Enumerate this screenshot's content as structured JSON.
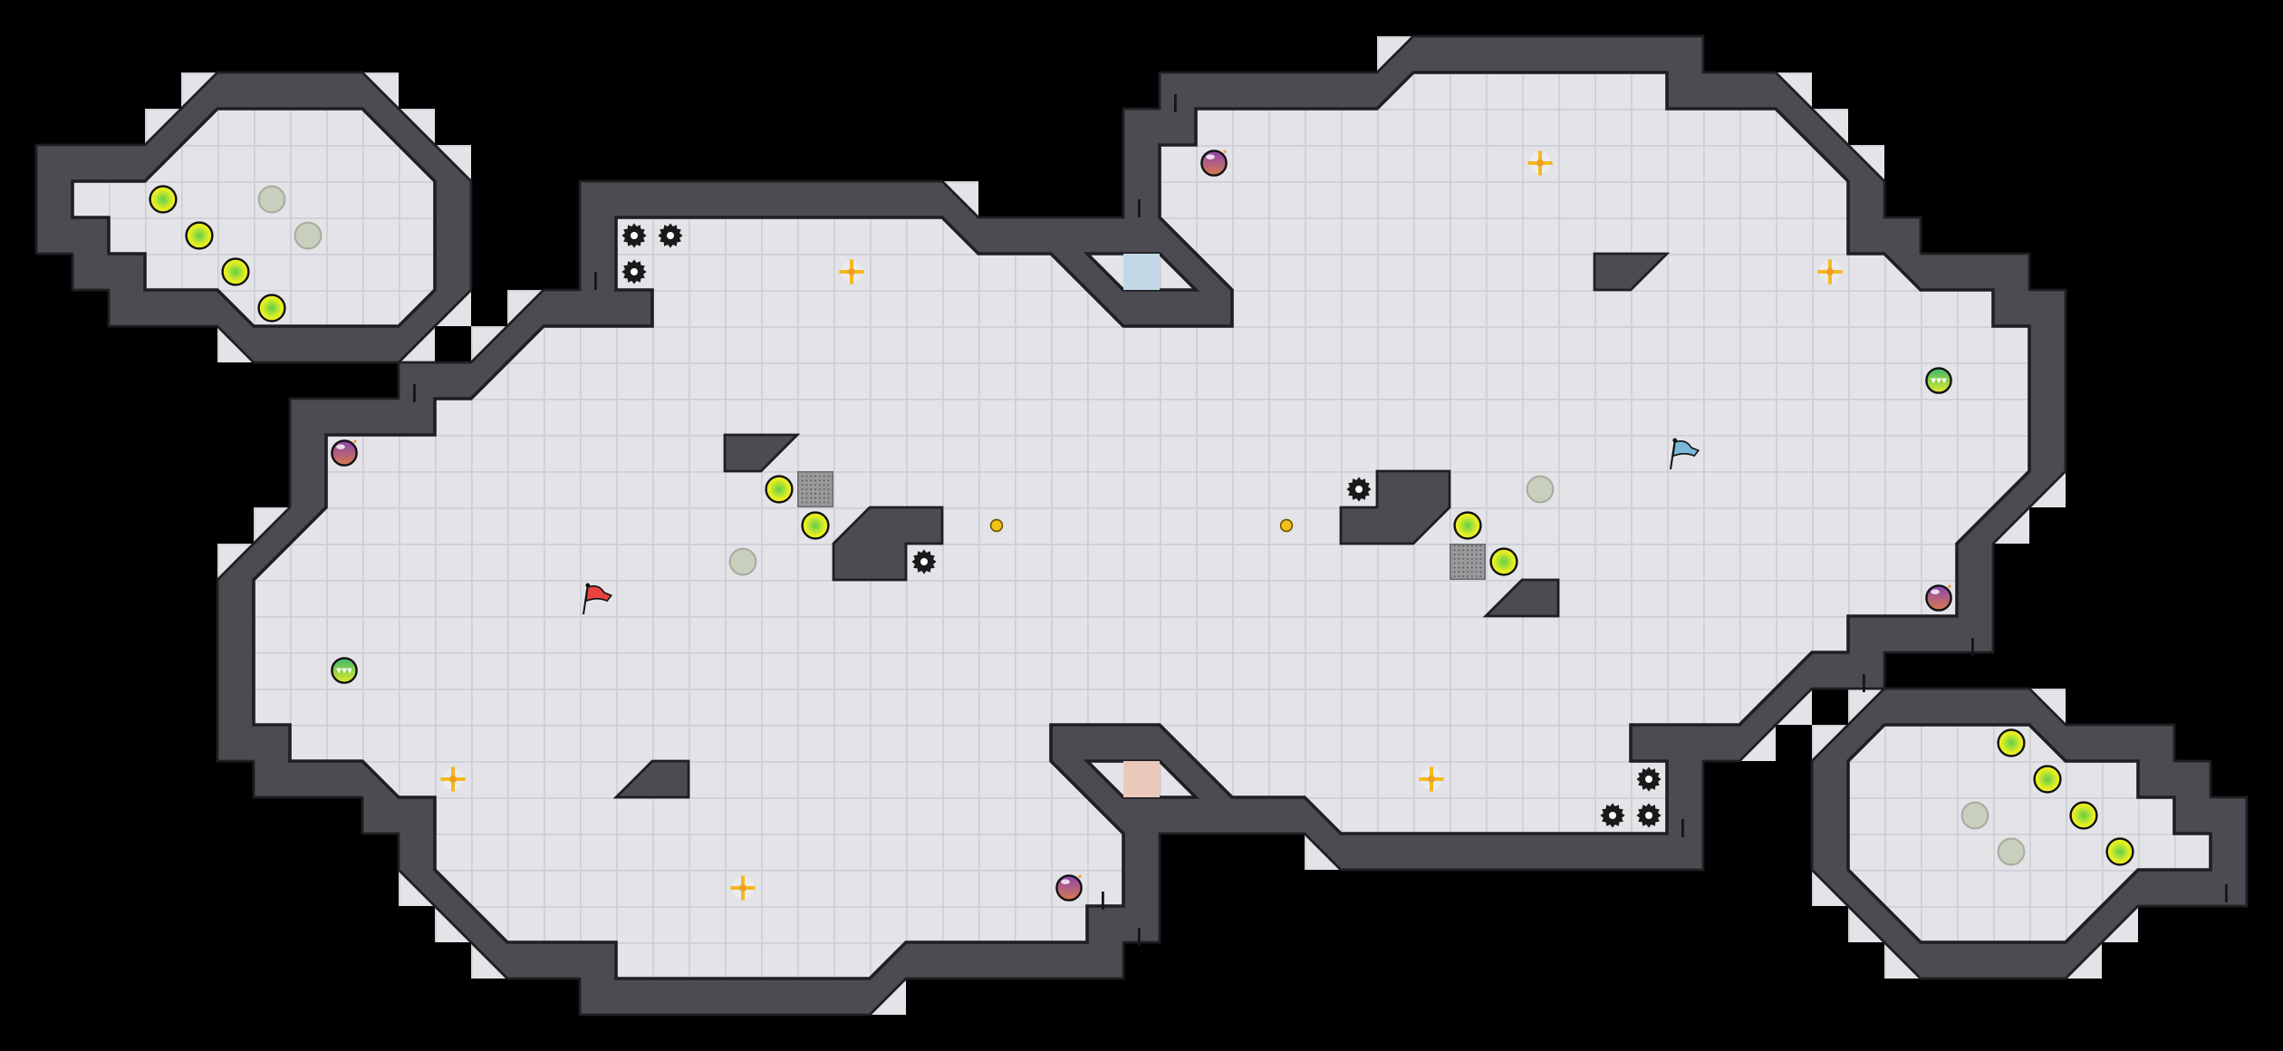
{
  "map": {
    "grid_columns": 63,
    "grid_rows": 29,
    "colors": {
      "background": "#000000",
      "floor": "#e3e3e8",
      "floor_grid": "#cfcfd6",
      "wall": "#4b4b51",
      "wall_edge": "#1f1f23",
      "blue_gate_tile": "#c3d8e6",
      "red_gate_tile": "#ebc9ba",
      "red_flag": "#e8433f",
      "blue_flag": "#7ab8d8",
      "boost": "#e6ee22",
      "boost_inactive": "#c8cfbd",
      "purple_orb": "#9a4fa8",
      "juke_orb": "#56c06a",
      "cross_pad": "#f6b81c",
      "spike": "#1a1a1a",
      "gold_dot": "#f2c21a",
      "grate": "#8d8d90"
    },
    "entity_types": [
      "red-flag",
      "blue-flag",
      "boost",
      "boost-inactive",
      "spike",
      "purple-orb",
      "juke-orb",
      "cross-pad",
      "grate",
      "gold-dot"
    ]
  }
}
